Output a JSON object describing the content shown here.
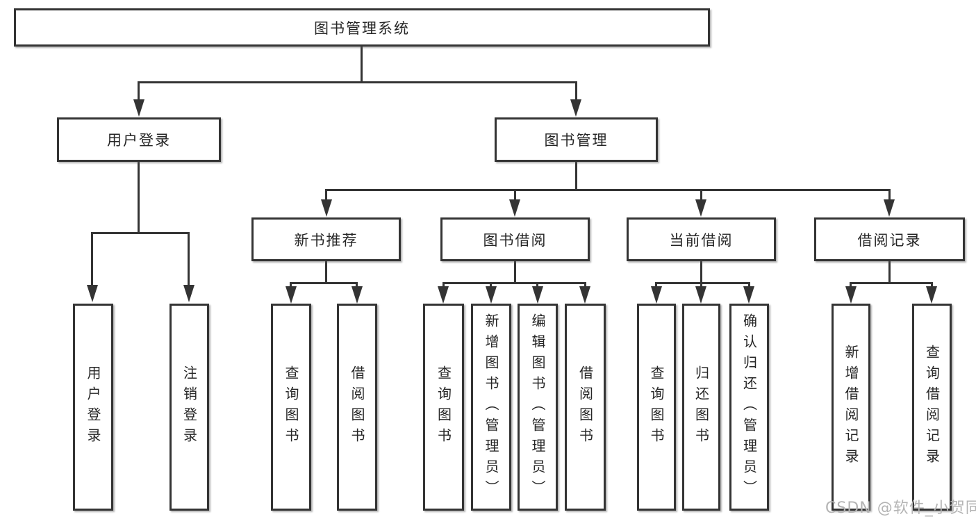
{
  "nodes": {
    "root": {
      "label": "图书管理系统"
    },
    "user_login": {
      "label": "用户登录"
    },
    "book_mgmt": {
      "label": "图书管理"
    },
    "new_book_rec": {
      "label": "新书推荐"
    },
    "book_borrow": {
      "label": "图书借阅"
    },
    "current_borrow": {
      "label": "当前借阅"
    },
    "borrow_record": {
      "label": "借阅记录"
    },
    "leaf_user_login": {
      "label": "用户登录"
    },
    "leaf_logout": {
      "label": "注销登录"
    },
    "leaf_nbr_query": {
      "label": "查询图书"
    },
    "leaf_nbr_borrow": {
      "label": "借阅图书"
    },
    "leaf_bb_query": {
      "label": "查询图书"
    },
    "leaf_bb_add": {
      "label": "新增图书（管理员）"
    },
    "leaf_bb_edit": {
      "label": "编辑图书（管理员）"
    },
    "leaf_bb_borrow": {
      "label": "借阅图书"
    },
    "leaf_cb_query": {
      "label": "查询图书"
    },
    "leaf_cb_return": {
      "label": "归还图书"
    },
    "leaf_cb_confirm": {
      "label": "确认归还（管理员）"
    },
    "leaf_br_add": {
      "label": "新增借阅记录"
    },
    "leaf_br_query": {
      "label": "查询借阅记录"
    }
  },
  "watermark": {
    "text": "CSDN @软件_小贺同学"
  },
  "colors": {
    "line": "#343434",
    "text": "#262626",
    "watermark": "#b4b4b4",
    "background": "#ffffff"
  }
}
